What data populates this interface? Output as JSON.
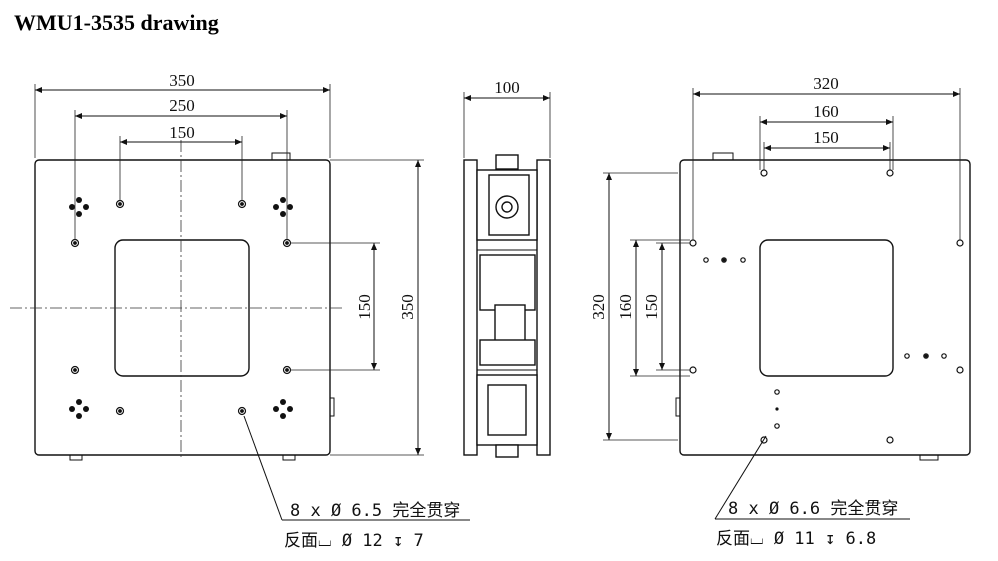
{
  "title": "WMU1-3535 drawing",
  "front_view": {
    "dims": {
      "overall_width": "350",
      "hole_span_outer": "250",
      "hole_span_inner": "150",
      "hole_span_vertical": "150",
      "overall_height": "350"
    },
    "note_line1": "8 x  Ø 6.5 完全贯穿",
    "note_line2": "反面⌴ Ø 12 ↧ 7"
  },
  "side_view": {
    "dims": {
      "thickness": "100"
    }
  },
  "back_view": {
    "dims": {
      "overall_width": "320",
      "hole_span_outer": "160",
      "hole_span_inner": "150",
      "overall_height": "320",
      "hole_span_vertical_outer": "160",
      "hole_span_vertical_inner": "150"
    },
    "note_line1": "8 x  Ø 6.6 完全贯穿",
    "note_line2": "反面⌴ Ø 11 ↧ 6.8"
  }
}
